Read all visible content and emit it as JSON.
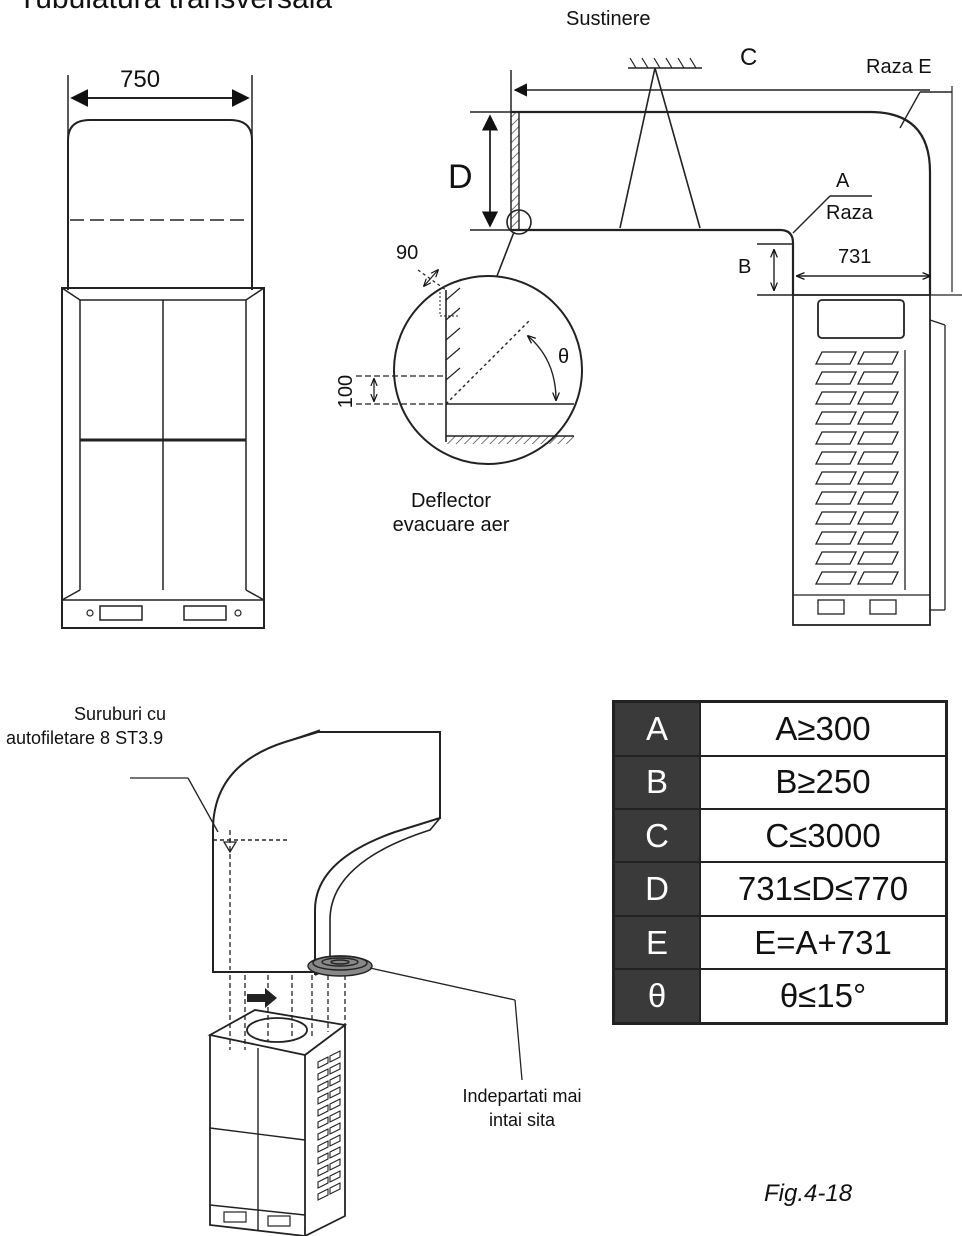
{
  "header": {
    "title_partial": "Tubulatura transversala"
  },
  "labels": {
    "width_750": "750",
    "support": "Sustinere",
    "C": "C",
    "radius_E": "Raza E",
    "D": "D",
    "A": "A",
    "radius": "Raza",
    "B": "B",
    "width_731": "731",
    "dim_90": "90",
    "dim_100": "100",
    "theta": "θ",
    "deflector_line1": "Deflector",
    "deflector_line2": "evacuare aer",
    "screws_line1": "Suruburi cu",
    "screws_line2": "autofiletare 8 ST3.9",
    "remove_line1": "Indepartati mai",
    "remove_line2": "intai sita",
    "figure": "Fig.4-18"
  },
  "spec_table": {
    "rows": [
      {
        "key": "A",
        "value": "A≥300"
      },
      {
        "key": "B",
        "value": "B≥250"
      },
      {
        "key": "C",
        "value": "C≤3000"
      },
      {
        "key": "D",
        "value": "731≤D≤770"
      },
      {
        "key": "E",
        "value": "E=A+731"
      },
      {
        "key": "θ",
        "value": "θ≤15°"
      }
    ]
  }
}
